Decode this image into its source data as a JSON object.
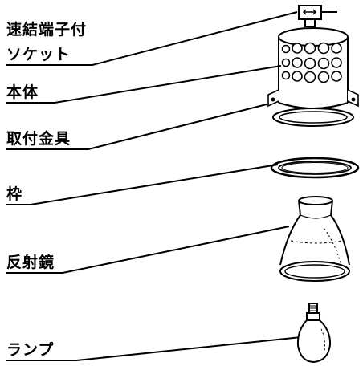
{
  "labels": {
    "quick_terminal": "速結端子付",
    "socket": "ソケット",
    "body": "本体",
    "mounting_bracket": "取付金具",
    "frame": "枠",
    "reflector": "反射鏡",
    "lamp": "ランプ"
  }
}
